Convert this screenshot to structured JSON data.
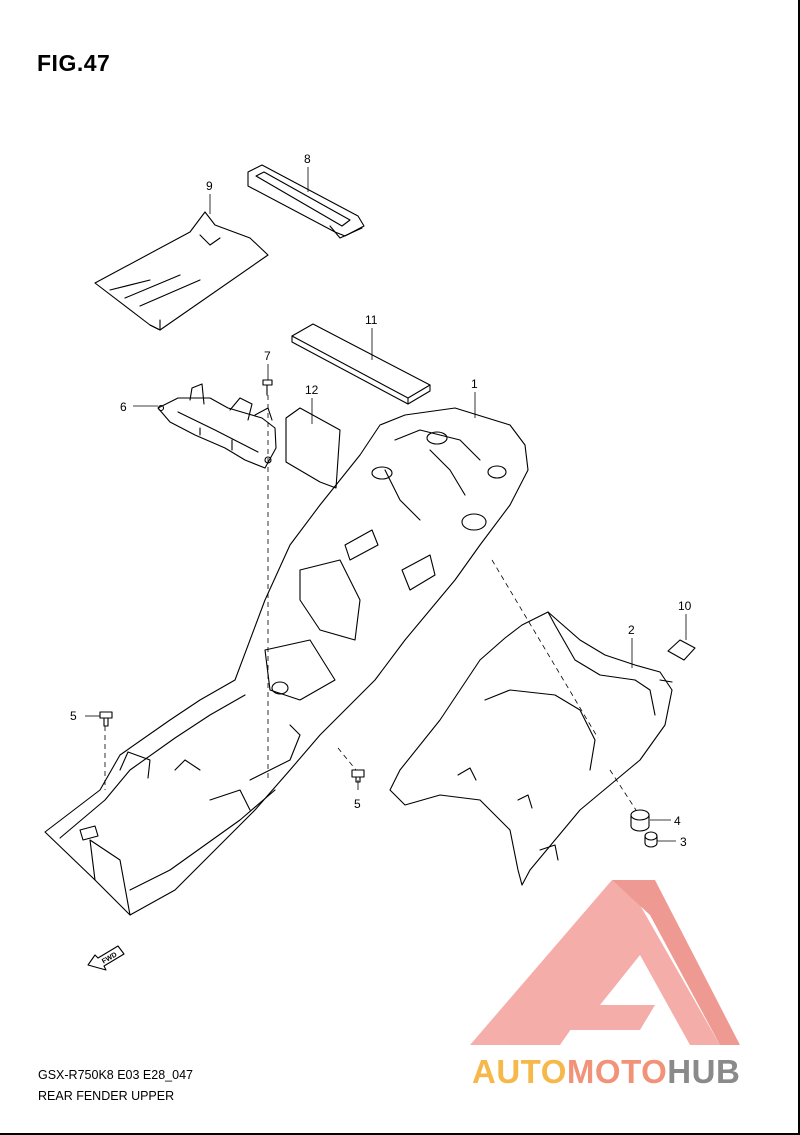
{
  "figure": {
    "title": "FIG.47",
    "code": "GSX-R750K8 E03 E28_047",
    "description": "REAR FENDER UPPER"
  },
  "fwd_label": "FWD",
  "parts": [
    {
      "id": "1",
      "label": "1"
    },
    {
      "id": "2",
      "label": "2"
    },
    {
      "id": "3",
      "label": "3"
    },
    {
      "id": "4",
      "label": "4"
    },
    {
      "id": "5a",
      "label": "5"
    },
    {
      "id": "5b",
      "label": "5"
    },
    {
      "id": "6",
      "label": "6"
    },
    {
      "id": "7",
      "label": "7"
    },
    {
      "id": "8",
      "label": "8"
    },
    {
      "id": "9",
      "label": "9"
    },
    {
      "id": "10",
      "label": "10"
    },
    {
      "id": "11",
      "label": "11"
    },
    {
      "id": "12",
      "label": "12"
    }
  ],
  "watermark": {
    "part1": "AUTO",
    "part2": "MOTO",
    "part3": "HUB",
    "colors": {
      "auto": "#f6b84a",
      "moto": "#f29278",
      "hub": "#8a8a8a",
      "logo": "#f08080"
    }
  }
}
